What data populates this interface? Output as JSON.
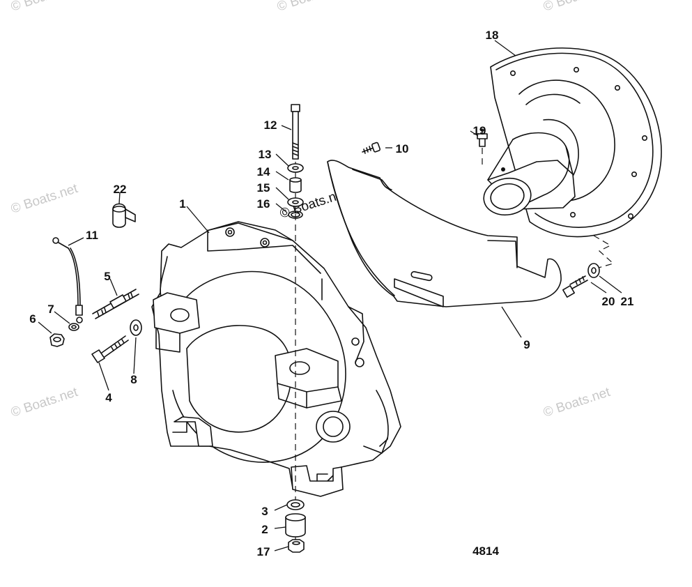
{
  "watermark": {
    "text": "© Boats.net",
    "color": "#c8c8c8"
  },
  "figure_id": "4814",
  "callouts": {
    "c1": "1",
    "c2": "2",
    "c3": "3",
    "c4": "4",
    "c5": "5",
    "c6": "6",
    "c7": "7",
    "c8": "8",
    "c9": "9",
    "c10": "10",
    "c11": "11",
    "c12": "12",
    "c13": "13",
    "c14": "14",
    "c15": "15",
    "c16": "16",
    "c17": "17",
    "c18": "18",
    "c19": "19",
    "c20": "20",
    "c21": "21",
    "c22": "22"
  },
  "parts": [
    {
      "ref": "1",
      "icon": "flywheel-housing-icon"
    },
    {
      "ref": "2",
      "icon": "spacer-icon"
    },
    {
      "ref": "3",
      "icon": "washer-icon"
    },
    {
      "ref": "4",
      "icon": "bolt-icon"
    },
    {
      "ref": "5",
      "icon": "stud-icon"
    },
    {
      "ref": "6",
      "icon": "nut-icon"
    },
    {
      "ref": "7",
      "icon": "washer-icon"
    },
    {
      "ref": "8",
      "icon": "washer-icon"
    },
    {
      "ref": "9",
      "icon": "cover-plate-icon"
    },
    {
      "ref": "10",
      "icon": "screw-icon"
    },
    {
      "ref": "11",
      "icon": "ground-strap-icon"
    },
    {
      "ref": "12",
      "icon": "bolt-icon"
    },
    {
      "ref": "13",
      "icon": "washer-icon"
    },
    {
      "ref": "14",
      "icon": "spacer-icon"
    },
    {
      "ref": "15",
      "icon": "washer-icon"
    },
    {
      "ref": "16",
      "icon": "o-ring-icon"
    },
    {
      "ref": "17",
      "icon": "nut-icon"
    },
    {
      "ref": "18",
      "icon": "bell-housing-icon"
    },
    {
      "ref": "19",
      "icon": "fitting-icon"
    },
    {
      "ref": "20",
      "icon": "bolt-icon"
    },
    {
      "ref": "21",
      "icon": "washer-icon"
    },
    {
      "ref": "22",
      "icon": "clamp-icon"
    }
  ]
}
